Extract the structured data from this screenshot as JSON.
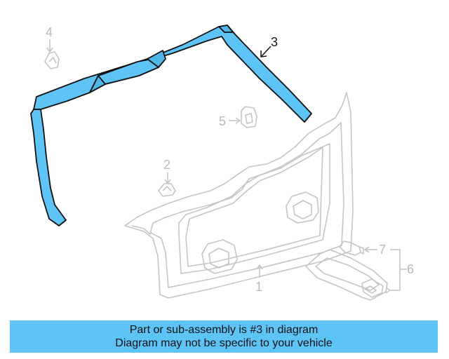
{
  "diagram": {
    "callouts": {
      "c1": "1",
      "c2": "2",
      "c3": "3",
      "c4": "4",
      "c5": "5",
      "c6": "6",
      "c7": "7"
    },
    "highlight_part": "3",
    "colors": {
      "highlight_fill": "#5ec4f6",
      "part_outline": "#c4c4c4",
      "highlight_outline": "#111111"
    }
  },
  "banner": {
    "line1": "Part or sub-assembly is #3 in diagram",
    "line2": "Diagram may not be specific to your vehicle",
    "color": "#5ec4f6"
  }
}
